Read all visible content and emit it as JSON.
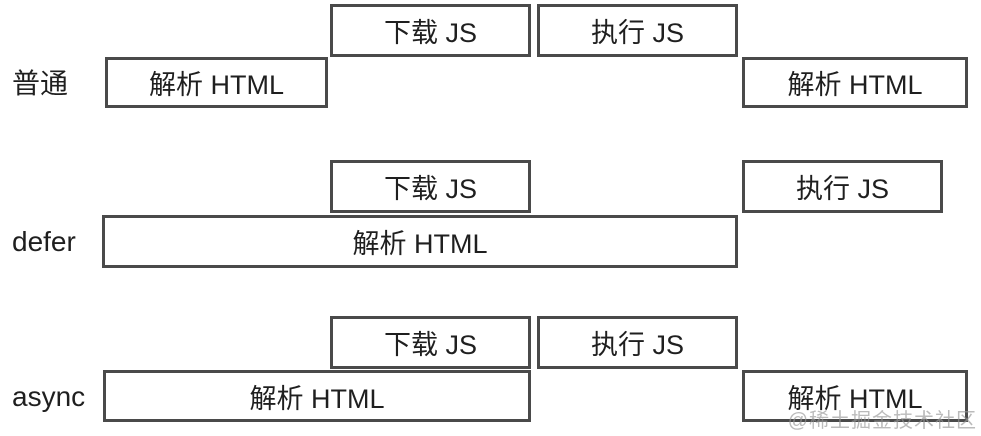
{
  "diagram": {
    "title_hidden": "",
    "rows": [
      {
        "id": "normal",
        "label": "普通",
        "boxes": [
          {
            "text": "解析 HTML"
          },
          {
            "text": "下载 JS"
          },
          {
            "text": "执行 JS"
          },
          {
            "text": "解析 HTML"
          }
        ]
      },
      {
        "id": "defer",
        "label": "defer",
        "boxes": [
          {
            "text": "下载 JS"
          },
          {
            "text": "执行 JS"
          },
          {
            "text": "解析 HTML"
          }
        ]
      },
      {
        "id": "async",
        "label": "async",
        "boxes": [
          {
            "text": "下载 JS"
          },
          {
            "text": "执行 JS"
          },
          {
            "text": "解析 HTML"
          },
          {
            "text": "解析 HTML"
          }
        ]
      }
    ]
  },
  "watermark": {
    "text": "@稀土掘金技术社区"
  },
  "colors": {
    "background": "#ffffff",
    "box_border": "#4a4a4a",
    "text": "#1f1f1f",
    "watermark": "#969696"
  }
}
